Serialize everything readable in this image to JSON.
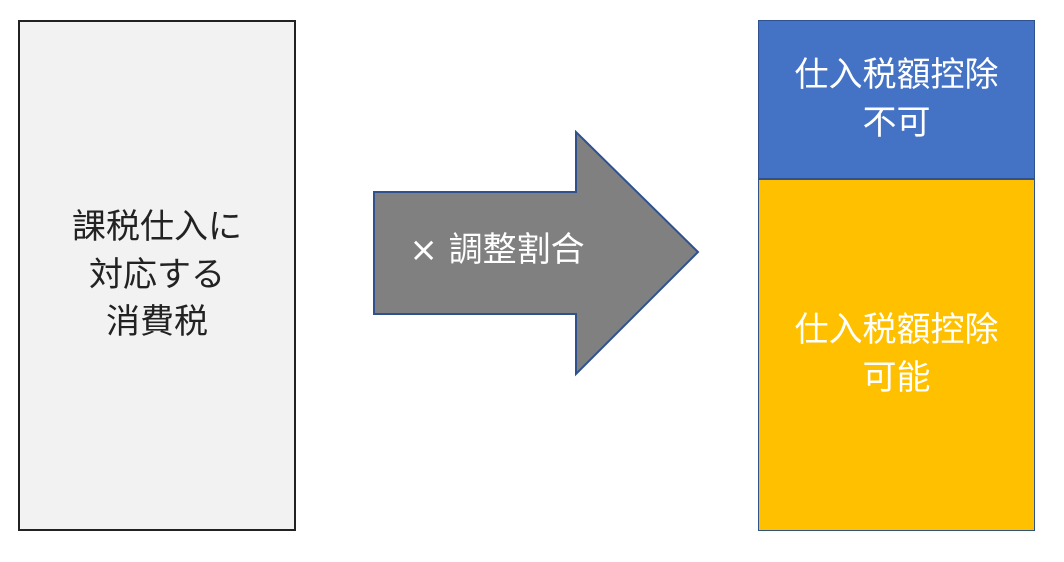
{
  "left_box": {
    "label": "課税仕入に\n対応する\n消費税"
  },
  "arrow": {
    "label": "× 調整割合"
  },
  "right_top": {
    "label": "仕入税額控除\n不可"
  },
  "right_bottom": {
    "label": "仕入税額控除\n可能"
  },
  "colors": {
    "blue": "#4472c4",
    "yellow": "#ffc000",
    "gray": "#808080",
    "light": "#f2f2f2"
  }
}
